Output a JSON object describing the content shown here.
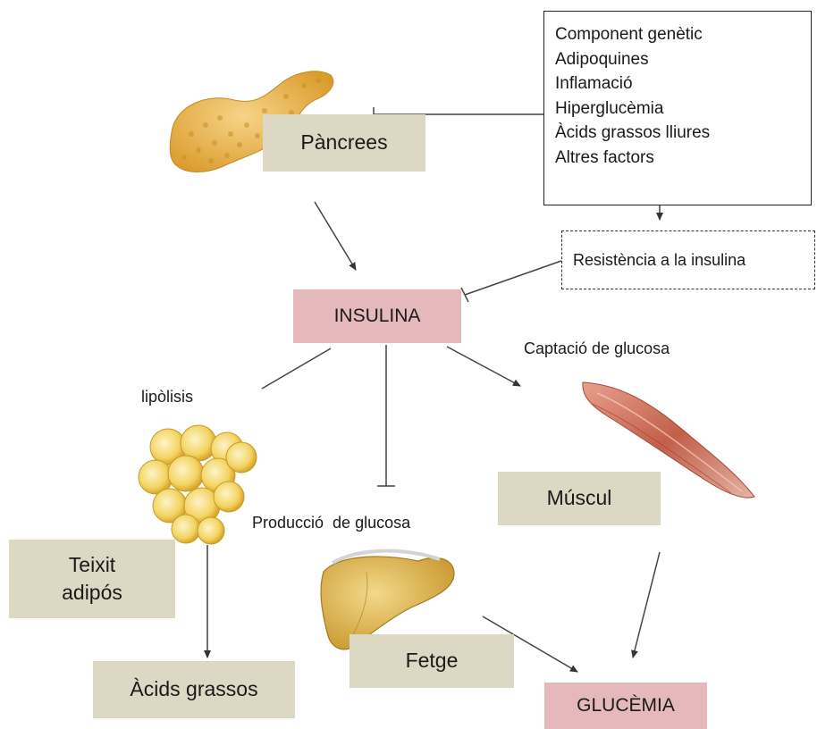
{
  "diagram": {
    "nodes": {
      "pancrees": "Pàncrees",
      "insulina": "INSULINA",
      "muscul": "Múscul",
      "teixit_adipos": "Teixit\nadipós",
      "acids_grassos": "Àcids grassos",
      "fetge": "Fetge",
      "glucemia": "GLUCÈMIA"
    },
    "factors": [
      "Component genètic",
      "Adipoquines",
      "Inflamació",
      "Hiperglucèmia",
      "Àcids grassos lliures",
      "Altres factors"
    ],
    "resistance": "Resistència a la insulina",
    "edge_labels": {
      "lipolisis": "lipòlisis",
      "captacio": "Captació de glucosa",
      "produccio": "Producció  de glucosa"
    },
    "colors": {
      "tan_box": "#ddd8c4",
      "pink_box": "#e5b9bb",
      "pancreas": "#e8b23a",
      "muscle": "#c9705c",
      "liver": "#c99a2e",
      "adipose": "#f0d25a"
    },
    "icons": [
      "pancreas-illustration",
      "adipose-tissue-illustration",
      "muscle-illustration",
      "liver-illustration"
    ]
  }
}
